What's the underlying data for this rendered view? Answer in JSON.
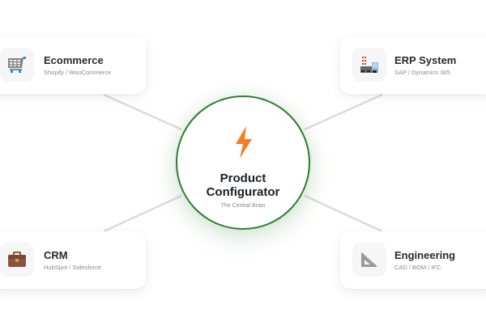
{
  "hub": {
    "title_line1": "Product",
    "title_line2": "Configurator",
    "subtitle": "The Central Brain",
    "icon": "lightning-bolt-icon",
    "border_color": "#2e7d32",
    "icon_color": "#f57c25"
  },
  "nodes": [
    {
      "id": "ecommerce",
      "title": "Ecommerce",
      "subtitle": "Shopify / WooCommerce",
      "icon": "shopping-cart-icon",
      "position": "top-left"
    },
    {
      "id": "erp",
      "title": "ERP System",
      "subtitle": "SAP / Dynamics 365",
      "icon": "factory-icon",
      "position": "top-right"
    },
    {
      "id": "crm",
      "title": "CRM",
      "subtitle": "HubSpot / Salesforce",
      "icon": "briefcase-icon",
      "position": "bottom-left"
    },
    {
      "id": "engineering",
      "title": "Engineering",
      "subtitle": "CAD / BOM / IFC",
      "icon": "triangular-ruler-icon",
      "position": "bottom-right"
    }
  ],
  "colors": {
    "connector": "#dcdcdc",
    "card_bg": "#ffffff",
    "icon_bg": "#f6f6f7"
  }
}
